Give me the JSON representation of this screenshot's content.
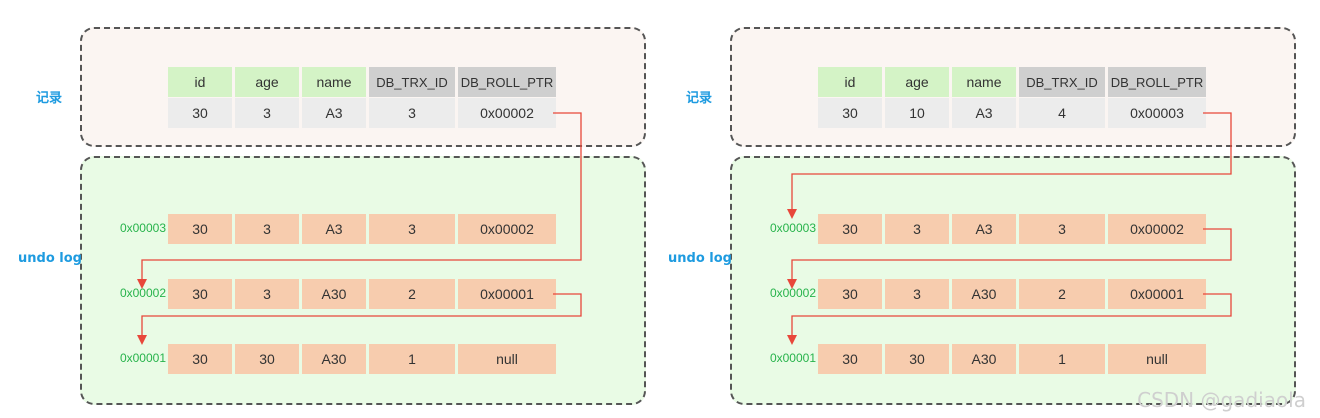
{
  "labels": {
    "record": "记录",
    "undo": "undo log"
  },
  "headers": [
    "id",
    "age",
    "name",
    "DB_TRX_ID",
    "DB_ROLL_PTR"
  ],
  "panels": [
    {
      "record": [
        "30",
        "3",
        "A3",
        "3",
        "0x00002"
      ],
      "undo": [
        {
          "addr": "0x00003",
          "cells": [
            "30",
            "3",
            "A3",
            "3",
            "0x00002"
          ]
        },
        {
          "addr": "0x00002",
          "cells": [
            "30",
            "3",
            "A30",
            "2",
            "0x00001"
          ]
        },
        {
          "addr": "0x00001",
          "cells": [
            "30",
            "30",
            "A30",
            "1",
            "null"
          ]
        }
      ]
    },
    {
      "record": [
        "30",
        "10",
        "A3",
        "4",
        "0x00003"
      ],
      "undo": [
        {
          "addr": "0x00003",
          "cells": [
            "30",
            "3",
            "A3",
            "3",
            "0x00002"
          ]
        },
        {
          "addr": "0x00002",
          "cells": [
            "30",
            "3",
            "A30",
            "2",
            "0x00001"
          ]
        },
        {
          "addr": "0x00001",
          "cells": [
            "30",
            "30",
            "A30",
            "1",
            "null"
          ]
        }
      ]
    }
  ],
  "watermark": "CSDN @gadiaola",
  "colors": {
    "arrow": "#e8473a",
    "addr": "#27b34b",
    "label": "#1e9be0"
  }
}
